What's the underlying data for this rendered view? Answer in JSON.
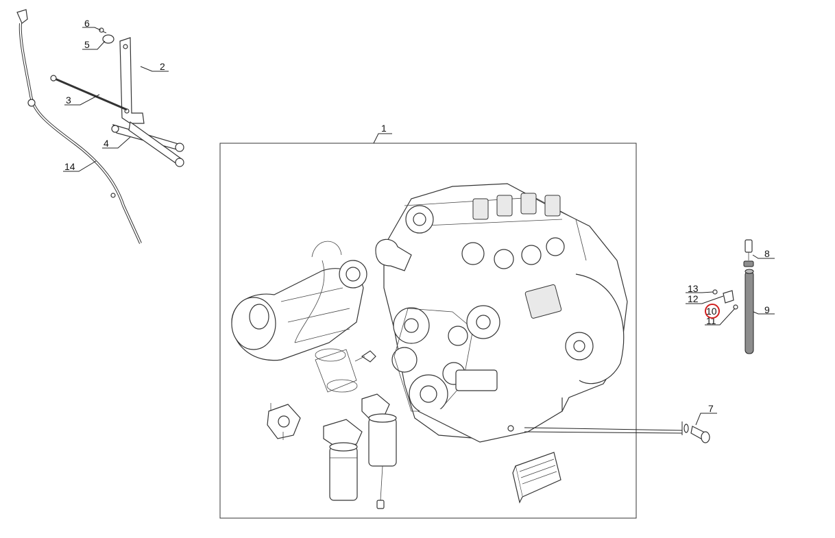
{
  "callouts": [
    {
      "id": "1",
      "label": "1"
    },
    {
      "id": "2",
      "label": "2"
    },
    {
      "id": "3",
      "label": "3"
    },
    {
      "id": "4",
      "label": "4"
    },
    {
      "id": "5",
      "label": "5"
    },
    {
      "id": "6",
      "label": "6"
    },
    {
      "id": "7",
      "label": "7"
    },
    {
      "id": "8",
      "label": "8"
    },
    {
      "id": "9",
      "label": "9"
    },
    {
      "id": "10",
      "label": "10",
      "highlighted": true
    },
    {
      "id": "11",
      "label": "11"
    },
    {
      "id": "12",
      "label": "12"
    },
    {
      "id": "13",
      "label": "13"
    },
    {
      "id": "14",
      "label": "14"
    }
  ],
  "highlight_color": "#d01f1f",
  "line_color": "#222222"
}
